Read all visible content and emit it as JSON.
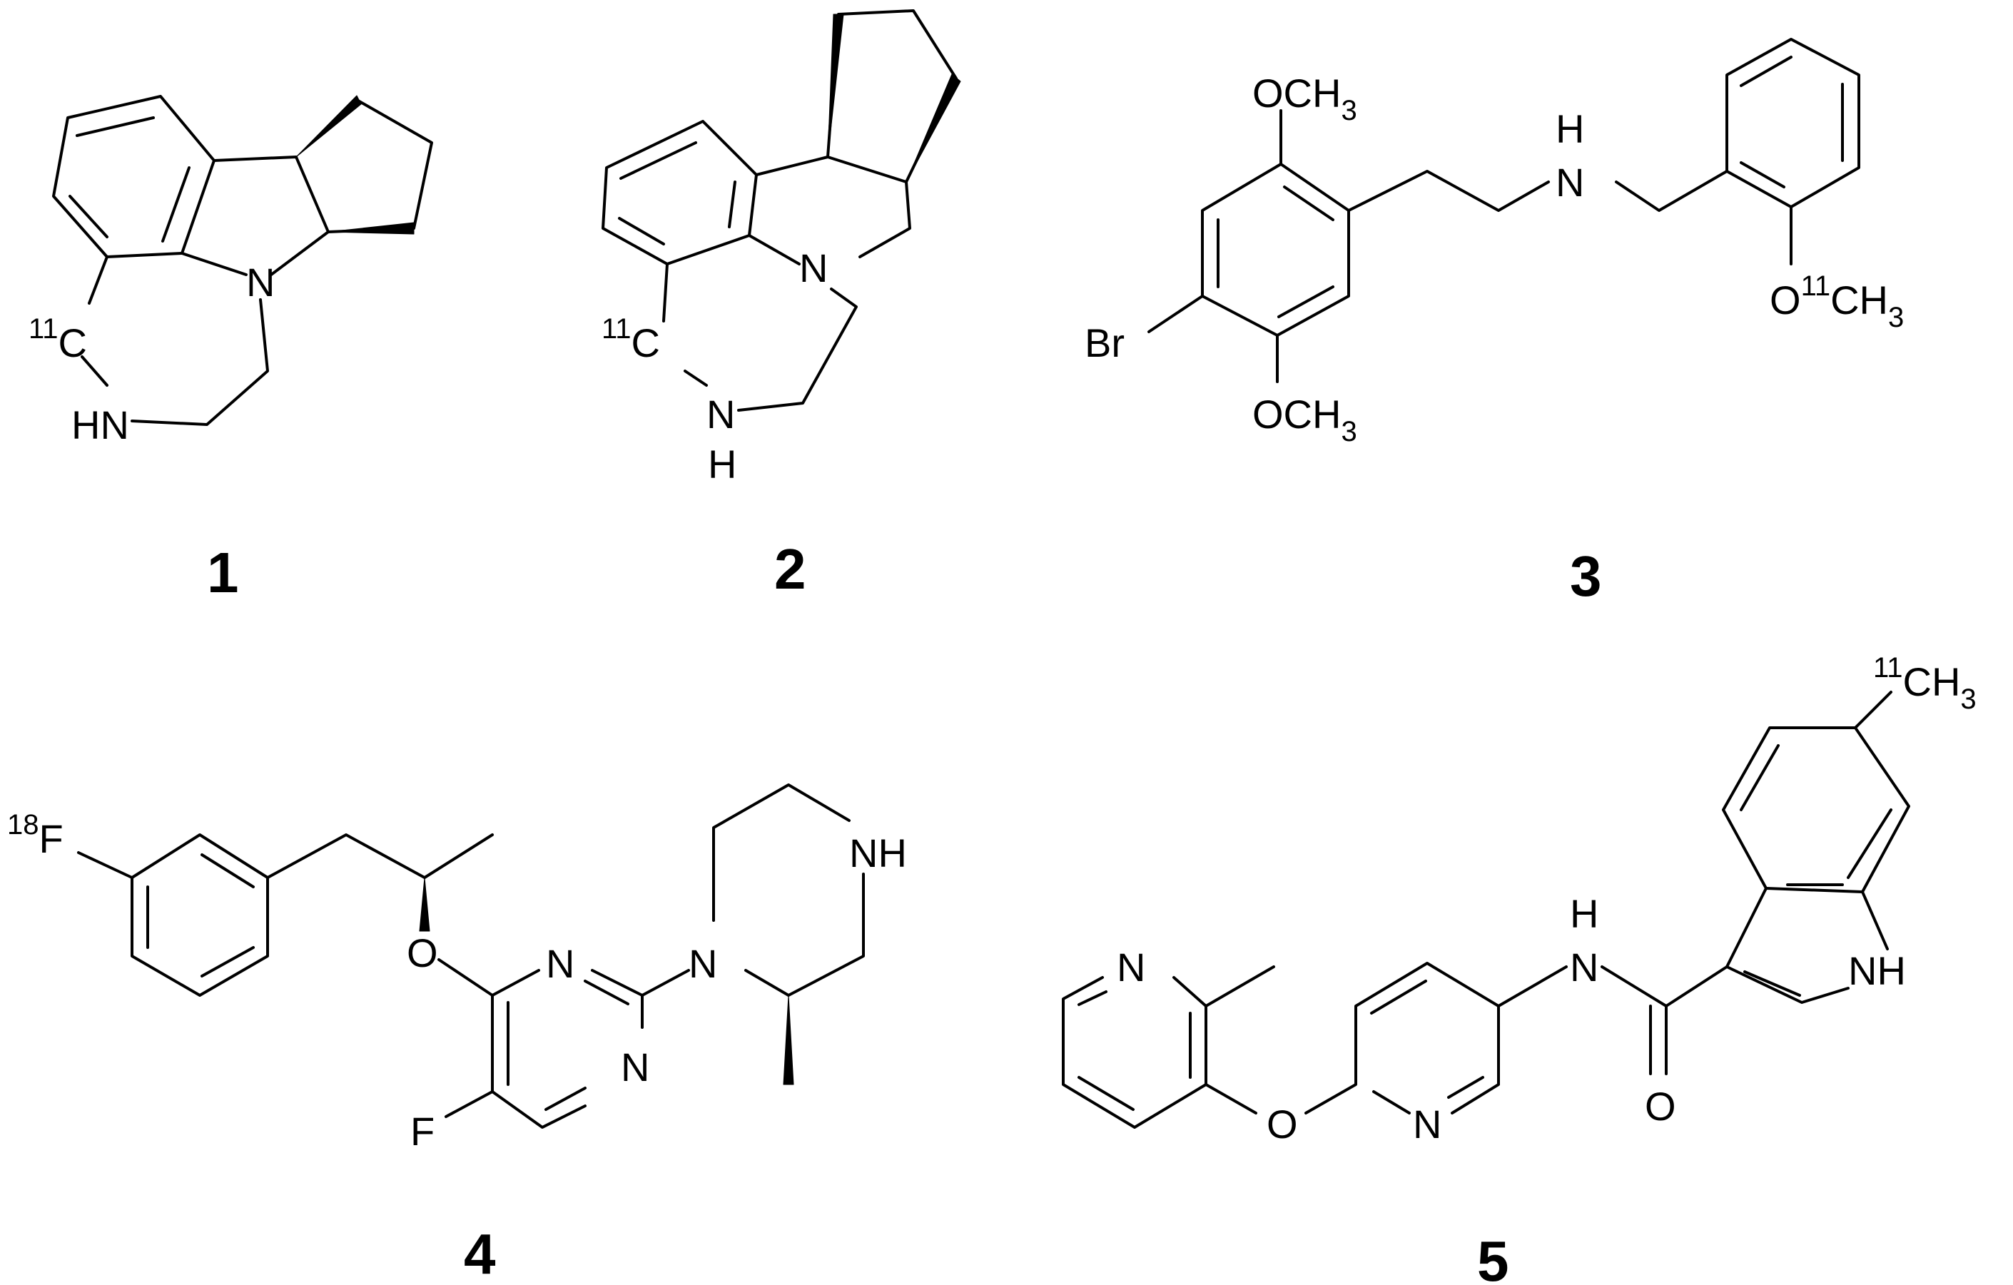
{
  "atoms": {
    "c1": {
      "iso": "11",
      "el": "C"
    },
    "n1": "N",
    "hn1": "HN",
    "c2": {
      "iso": "11",
      "el": "C"
    },
    "n2": "N",
    "nh2_n": "N",
    "nh2_h": "H",
    "och3_top": "OCH",
    "och3_bot": "OCH",
    "sub3": "3",
    "br3": "Br",
    "nh3_h": "H",
    "nh3_n": "N",
    "o11": {
      "el": "O",
      "iso": "11",
      "tail": "CH"
    },
    "f18": {
      "iso": "18",
      "el": "F"
    },
    "o4": "O",
    "n4a": "N",
    "n4b": "N",
    "f4": "F",
    "n4c": "N",
    "nh4": "NH",
    "n5py1": "N",
    "o5": "O",
    "n5py2": "N",
    "nh5_h": "H",
    "nh5_n": "N",
    "o5c": "O",
    "nh5_ind": "NH",
    "ch3_11": {
      "iso": "11",
      "el": "CH"
    }
  },
  "labels": [
    "1",
    "2",
    "3",
    "4",
    "5"
  ]
}
